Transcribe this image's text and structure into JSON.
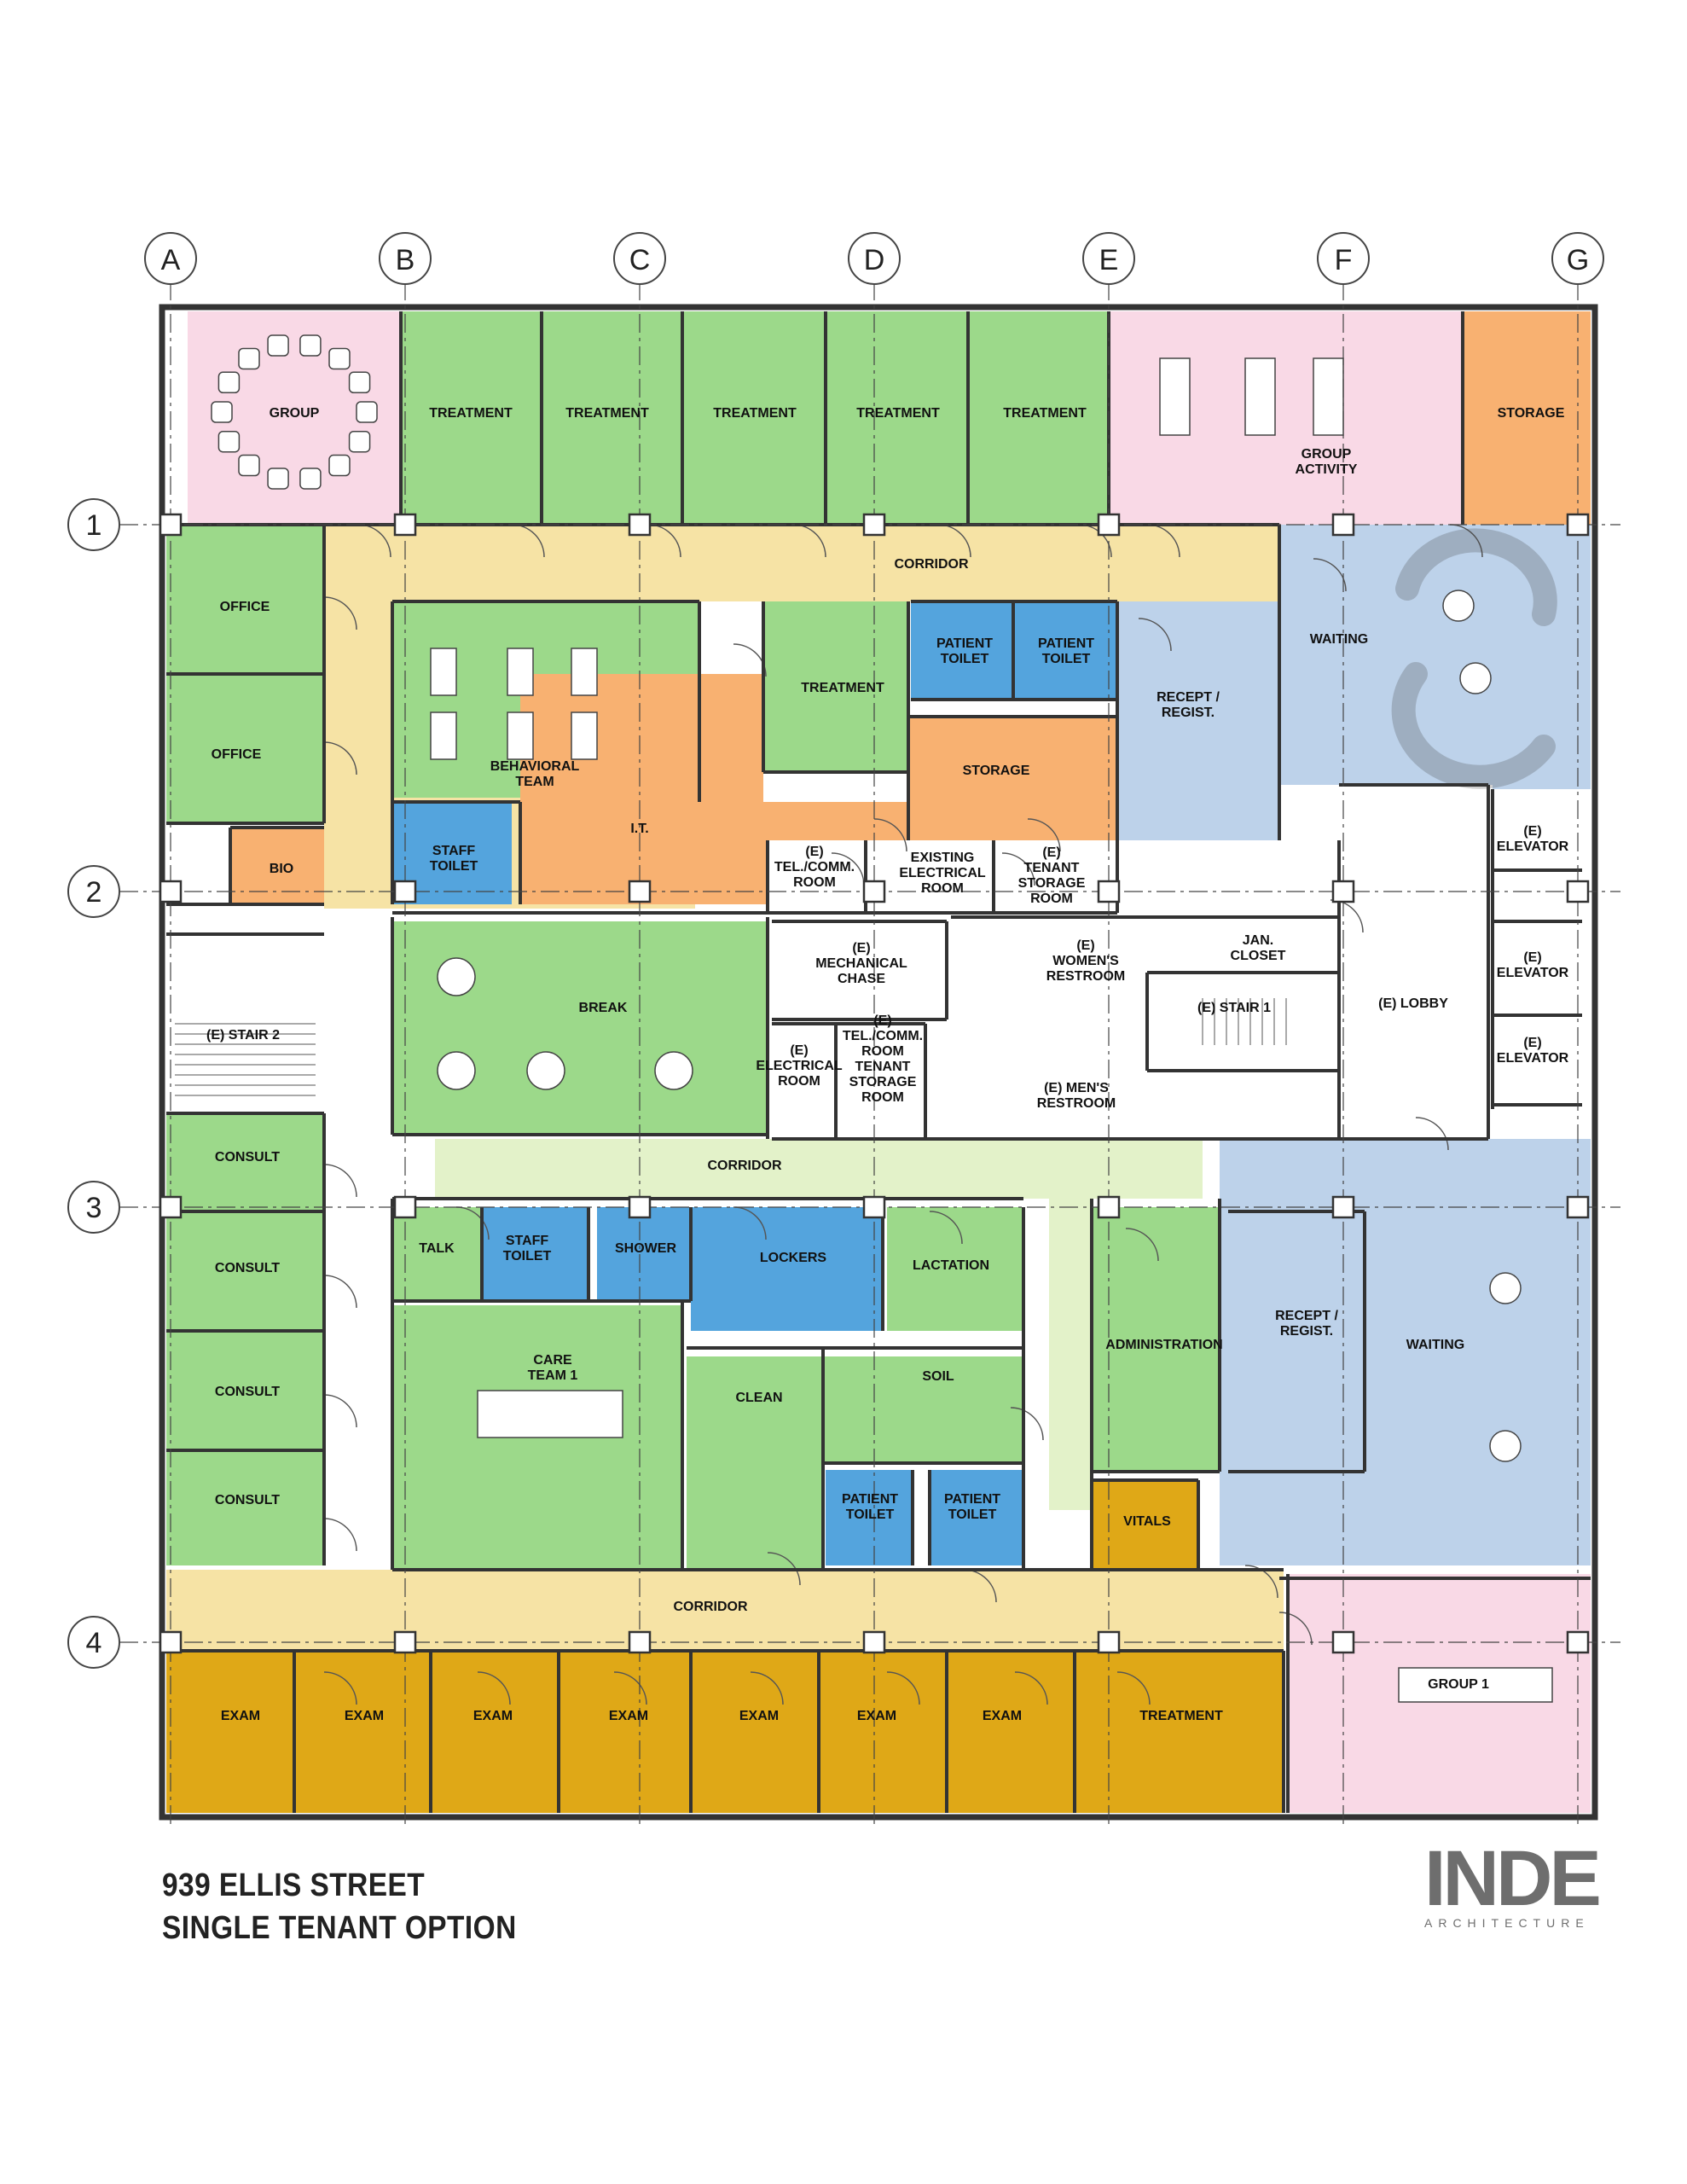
{
  "colors": {
    "pink": "#f9d9e6",
    "green": "#9cd98a",
    "orange": "#f8b171",
    "blue": "#54a4dd",
    "lightblue": "#bdd2ea",
    "yellow": "#f6e3a5",
    "lightgreen": "#e3f2c9",
    "gold": "#dfa817",
    "white": "#ffffff",
    "wall": "#333333"
  },
  "gridlines": {
    "columns": [
      "A",
      "B",
      "C",
      "D",
      "E",
      "F",
      "G"
    ],
    "rows": [
      "1",
      "2",
      "3",
      "4"
    ]
  },
  "rooms": [
    {
      "id": "group",
      "color": "pink",
      "label": "GROUP"
    },
    {
      "id": "treatment-1",
      "color": "green",
      "label": "TREATMENT"
    },
    {
      "id": "treatment-2",
      "color": "green",
      "label": "TREATMENT"
    },
    {
      "id": "treatment-3",
      "color": "green",
      "label": "TREATMENT"
    },
    {
      "id": "treatment-4",
      "color": "green",
      "label": "TREATMENT"
    },
    {
      "id": "treatment-5",
      "color": "green",
      "label": "TREATMENT"
    },
    {
      "id": "group-activity",
      "color": "pink",
      "label": "GROUP\nACTIVITY"
    },
    {
      "id": "storage-top",
      "color": "orange",
      "label": "STORAGE"
    },
    {
      "id": "corridor-top",
      "color": "yellow",
      "label": "CORRIDOR"
    },
    {
      "id": "office-1",
      "color": "green",
      "label": "OFFICE"
    },
    {
      "id": "office-2",
      "color": "green",
      "label": "OFFICE"
    },
    {
      "id": "bio",
      "color": "orange",
      "label": "BIO"
    },
    {
      "id": "behavioral-team",
      "color": "green",
      "label": "BEHAVIORAL\nTEAM"
    },
    {
      "id": "staff-toilet-1",
      "color": "blue",
      "label": "STAFF\nTOILET"
    },
    {
      "id": "it",
      "color": "orange",
      "label": "I.T."
    },
    {
      "id": "treatment-6",
      "color": "green",
      "label": "TREATMENT"
    },
    {
      "id": "patient-toilet-1",
      "color": "blue",
      "label": "PATIENT\nTOILET"
    },
    {
      "id": "patient-toilet-2",
      "color": "blue",
      "label": "PATIENT\nTOILET"
    },
    {
      "id": "storage-mid",
      "color": "orange",
      "label": "STORAGE"
    },
    {
      "id": "recept-1",
      "color": "lightblue",
      "label": "RECEPT /\nREGIST."
    },
    {
      "id": "waiting-1",
      "color": "lightblue",
      "label": "WAITING"
    },
    {
      "id": "tel-comm-1",
      "color": "white",
      "label": "(E)\nTEL./COMM.\nROOM"
    },
    {
      "id": "existing-electrical",
      "color": "white",
      "label": "EXISTING\nELECTRICAL\nROOM"
    },
    {
      "id": "tenant-storage-1",
      "color": "white",
      "label": "(E)\nTENANT\nSTORAGE\nROOM"
    },
    {
      "id": "elevator-1",
      "color": "white",
      "label": "(E)\nELEVATOR"
    },
    {
      "id": "elevator-2",
      "color": "white",
      "label": "(E)\nELEVATOR"
    },
    {
      "id": "elevator-3",
      "color": "white",
      "label": "(E)\nELEVATOR"
    },
    {
      "id": "stair-2",
      "color": "white",
      "label": "(E) STAIR 2"
    },
    {
      "id": "break",
      "color": "green",
      "label": "BREAK"
    },
    {
      "id": "mech-chase",
      "color": "white",
      "label": "(E)\nMECHANICAL\nCHASE"
    },
    {
      "id": "womens-restroom",
      "color": "white",
      "label": "(E)\nWOMEN'S\nRESTROOM"
    },
    {
      "id": "jan-closet",
      "color": "white",
      "label": "JAN.\nCLOSET"
    },
    {
      "id": "stair-1",
      "color": "white",
      "label": "(E) STAIR 1"
    },
    {
      "id": "lobby",
      "color": "white",
      "label": "(E) LOBBY"
    },
    {
      "id": "electrical-room",
      "color": "white",
      "label": "(E)\nELECTRICAL\nROOM"
    },
    {
      "id": "tel-comm-2",
      "color": "white",
      "label": "(E)\nTEL./COMM.\nROOM\nTENANT\nSTORAGE\nROOM"
    },
    {
      "id": "mens-restroom",
      "color": "white",
      "label": "(E) MEN'S\nRESTROOM"
    },
    {
      "id": "consult-1",
      "color": "green",
      "label": "CONSULT"
    },
    {
      "id": "corridor-mid",
      "color": "lightgreen",
      "label": "CORRIDOR"
    },
    {
      "id": "consult-2",
      "color": "green",
      "label": "CONSULT"
    },
    {
      "id": "talk",
      "color": "green",
      "label": "TALK"
    },
    {
      "id": "staff-toilet-2",
      "color": "blue",
      "label": "STAFF\nTOILET"
    },
    {
      "id": "shower",
      "color": "blue",
      "label": "SHOWER"
    },
    {
      "id": "lockers",
      "color": "blue",
      "label": "LOCKERS"
    },
    {
      "id": "lactation",
      "color": "green",
      "label": "LACTATION"
    },
    {
      "id": "administration",
      "color": "green",
      "label": "ADMINISTRATION"
    },
    {
      "id": "recept-2",
      "color": "lightblue",
      "label": "RECEPT /\nREGIST."
    },
    {
      "id": "waiting-2",
      "color": "lightblue",
      "label": "WAITING"
    },
    {
      "id": "care-team",
      "color": "green",
      "label": "CARE\nTEAM 1"
    },
    {
      "id": "clean",
      "color": "green",
      "label": "CLEAN"
    },
    {
      "id": "soil",
      "color": "green",
      "label": "SOIL"
    },
    {
      "id": "consult-3",
      "color": "green",
      "label": "CONSULT"
    },
    {
      "id": "consult-4",
      "color": "green",
      "label": "CONSULT"
    },
    {
      "id": "patient-toilet-3",
      "color": "blue",
      "label": "PATIENT\nTOILET"
    },
    {
      "id": "patient-toilet-4",
      "color": "blue",
      "label": "PATIENT\nTOILET"
    },
    {
      "id": "vitals",
      "color": "gold",
      "label": "VITALS"
    },
    {
      "id": "corridor-bottom",
      "color": "yellow",
      "label": "CORRIDOR"
    },
    {
      "id": "exam-1",
      "color": "gold",
      "label": "EXAM"
    },
    {
      "id": "exam-2",
      "color": "gold",
      "label": "EXAM"
    },
    {
      "id": "exam-3",
      "color": "gold",
      "label": "EXAM"
    },
    {
      "id": "exam-4",
      "color": "gold",
      "label": "EXAM"
    },
    {
      "id": "exam-5",
      "color": "gold",
      "label": "EXAM"
    },
    {
      "id": "exam-6",
      "color": "gold",
      "label": "EXAM"
    },
    {
      "id": "exam-7",
      "color": "gold",
      "label": "EXAM"
    },
    {
      "id": "treatment-bottom",
      "color": "gold",
      "label": "TREATMENT"
    },
    {
      "id": "group-1",
      "color": "pink",
      "label": "GROUP 1"
    }
  ],
  "title": {
    "line1": "939 ELLIS STREET",
    "line2": "SINGLE TENANT OPTION"
  },
  "logo": {
    "mark": "INDE",
    "sub": "ARCHITECTURE"
  }
}
